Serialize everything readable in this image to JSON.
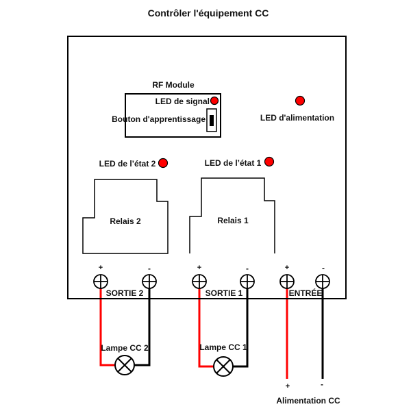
{
  "title": "Contrôler l'équipement CC",
  "rf_module": {
    "label": "RF Module",
    "signal_led_label": "LED de signal",
    "learn_button_label": "Bouton d'apprentissage"
  },
  "power_led_label": "LED d'alimentation",
  "relays": [
    {
      "led_label": "LED de l’état 2",
      "label": "Relais 2",
      "output_label": "SORTIE 2",
      "lamp_label": "Lampe CC 2"
    },
    {
      "led_label": "LED de l’état 1",
      "label": "Relais 1",
      "output_label": "SORTIE 1",
      "lamp_label": "Lampe CC 1"
    }
  ],
  "input_label": "ENTRÉE",
  "terminal_signs": {
    "plus": "+",
    "minus": "-"
  },
  "power_supply_label": "Alimentation CC",
  "colors": {
    "led": "#ff0000",
    "wire_positive": "#ff0000",
    "wire_negative": "#000000",
    "outline": "#000000"
  }
}
